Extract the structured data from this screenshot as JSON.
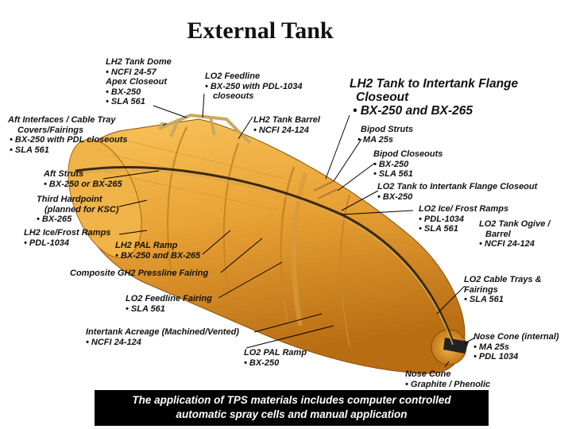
{
  "title": "External Tank",
  "labels": {
    "lh2_dome": [
      "LH2 Tank Dome",
      "• NCFI 24-57",
      "Apex Closeout",
      "• BX-250",
      "• SLA 561"
    ],
    "lo2_feedline": [
      "LO2 Feedline",
      "• BX-250 with PDL-1034",
      "closeouts"
    ],
    "lh2_intertank_flange": [
      "LH2 Tank to Intertank Flange",
      "Closeout",
      "• BX-250 and BX-265"
    ],
    "aft_interfaces": [
      "Aft Interfaces / Cable Tray",
      "Covers/Fairings",
      "• BX-250 with PDL closeouts",
      "• SLA 561"
    ],
    "lh2_barrel": [
      "LH2 Tank Barrel",
      "• NCFI 24-124"
    ],
    "bipod_struts": [
      "Bipod Struts",
      "• MA 25s"
    ],
    "bipod_closeouts": [
      "Bipod Closeouts",
      "• BX-250",
      "• SLA 561"
    ],
    "lo2_intertank_flange": [
      "LO2 Tank to Intertank Flange Closeout",
      "• BX-250"
    ],
    "aft_struts": [
      "Aft Struts",
      "• BX-250 or BX-265"
    ],
    "third_hardpoint": [
      "Third Hardpoint",
      "(planned for KSC)",
      "• BX-265"
    ],
    "lo2_ice_frost": [
      "LO2 Ice/ Frost Ramps",
      "• PDL-1034",
      "• SLA 561"
    ],
    "lo2_ogive": [
      "LO2 Tank Ogive /",
      "Barrel",
      "• NCFI 24-124"
    ],
    "lh2_ice_frost": [
      "LH2 Ice/Frost Ramps",
      "• PDL-1034"
    ],
    "lh2_pal": [
      "LH2 PAL Ramp",
      "• BX-250 and BX-265"
    ],
    "gh2_pressline": [
      "Composite GH2 Pressline Fairing"
    ],
    "lo2_cable_trays": [
      "LO2 Cable Trays &",
      "Fairings",
      "• SLA 561"
    ],
    "lo2_feedline_fairing": [
      "LO2 Feedline Fairing",
      "• SLA 561"
    ],
    "intertank_acreage": [
      "Intertank Acreage (Machined/Vented)",
      "• NCFI 24-124"
    ],
    "lo2_pal": [
      "LO2 PAL Ramp",
      "• BX-250"
    ],
    "nose_internal": [
      "Nose Cone (internal)",
      "• MA 25s",
      "• PDL 1034"
    ],
    "nose_cone": [
      "Nose Cone",
      "• Graphite / Phenolic"
    ]
  },
  "banner": [
    "The application of TPS materials includes computer controlled",
    "automatic spray cells and manual application"
  ],
  "colors": {
    "tank": "#e8a030",
    "tank_highlight": "#f7c45c",
    "tank_shadow": "#b86d12",
    "banner_bg": "#000000",
    "leader": "#000000"
  }
}
